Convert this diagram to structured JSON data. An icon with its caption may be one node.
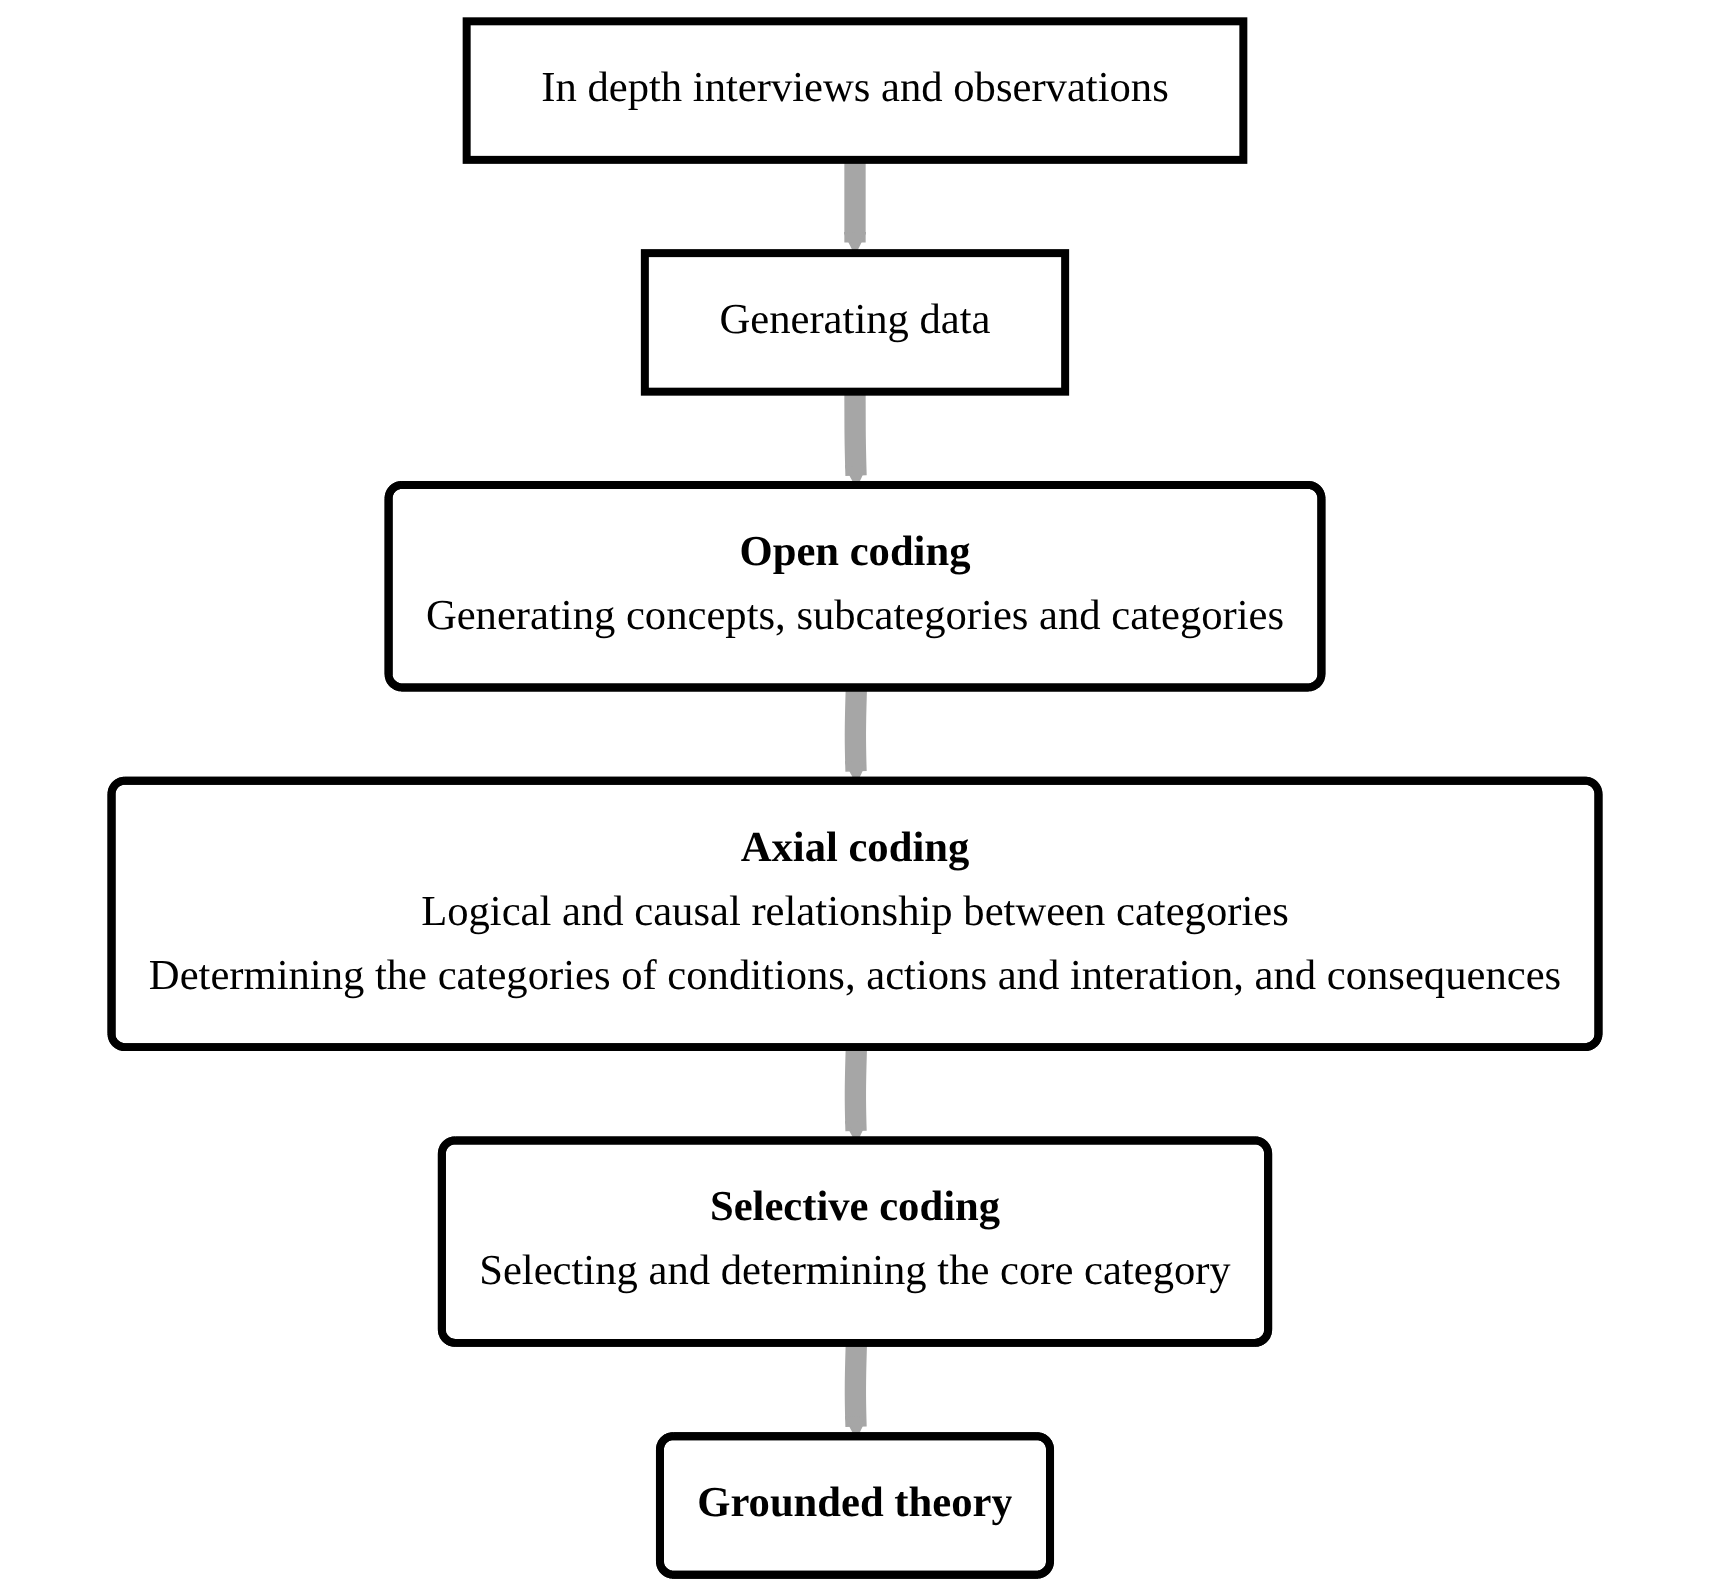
{
  "diagram": {
    "nodes": [
      {
        "text": [
          "In depth interviews and observations"
        ]
      },
      {
        "text": [
          "Generating data"
        ]
      },
      {
        "text": [
          "Open coding",
          "Generating concepts, subcategories and categories"
        ]
      },
      {
        "text": [
          "Axial coding",
          "Logical and causal relationship between categories",
          "Determining the categories of conditions, actions and interation, and consequences"
        ]
      },
      {
        "text": [
          "Selective coding",
          "Selecting and determining the core category"
        ]
      },
      {
        "text": [
          "Grounded theory"
        ]
      }
    ],
    "edges": [
      {
        "from": 0,
        "to": 1,
        "arrow": "to"
      },
      {
        "from": 1,
        "to": 2,
        "arrow": "to"
      },
      {
        "from": 2,
        "to": 3,
        "arrow": "to"
      },
      {
        "from": 3,
        "to": 4,
        "arrow": "to"
      },
      {
        "from": 4,
        "to": 5,
        "arrow": "to"
      }
    ]
  }
}
